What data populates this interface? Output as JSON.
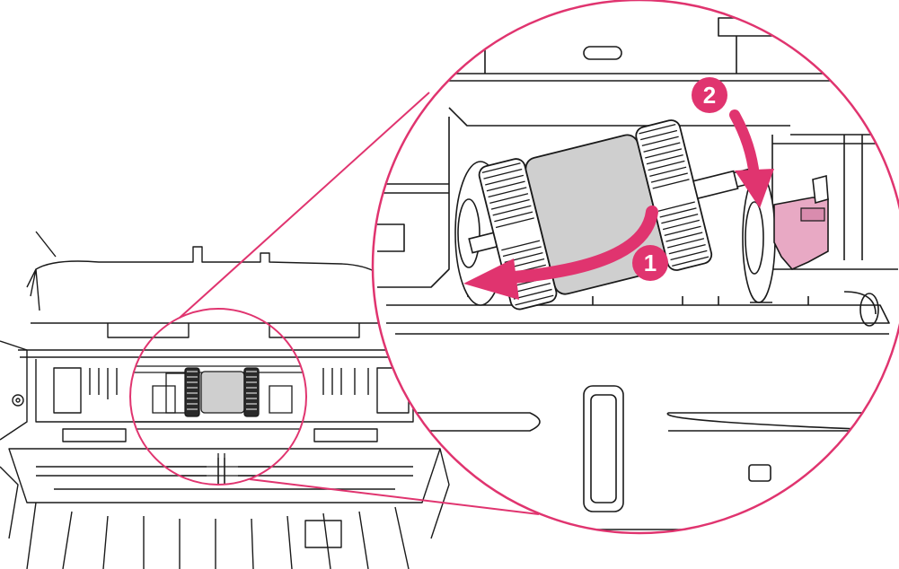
{
  "figure": {
    "description_visible_text": "",
    "callouts": [
      {
        "number": "1",
        "action": "rotate-roller-left"
      },
      {
        "number": "2",
        "action": "push-down"
      }
    ],
    "colors": {
      "accent": "#e0346f",
      "line": "#1a1a1a",
      "roller_gray": "#cfcfcf",
      "latch_pink": "#e8a9c4",
      "background": "#ffffff"
    }
  }
}
